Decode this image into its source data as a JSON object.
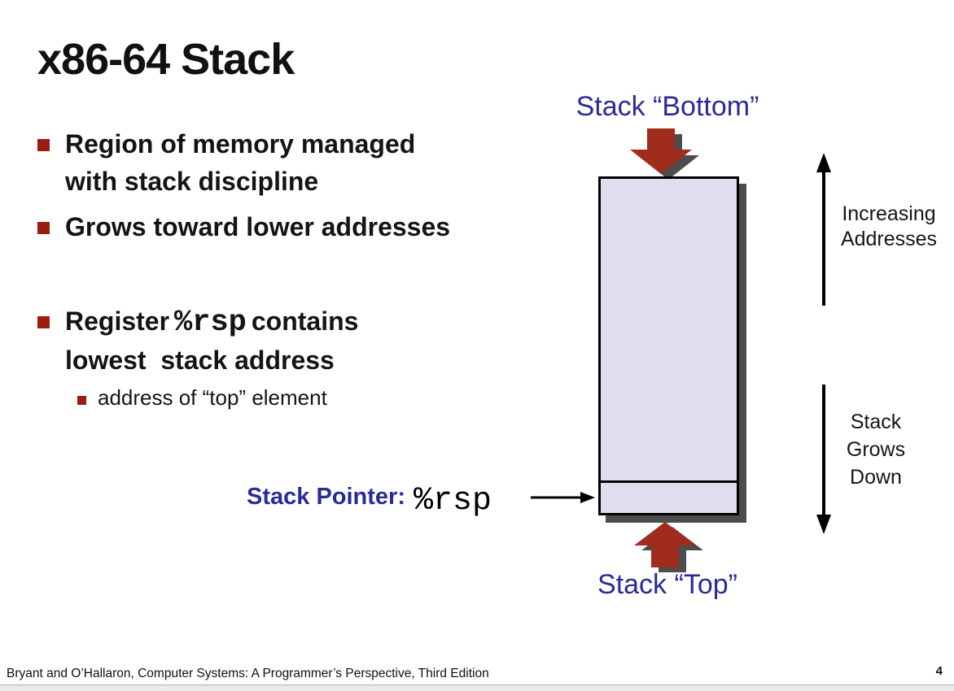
{
  "slide": {
    "title": "x86-64 Stack",
    "bullets": {
      "b1": {
        "line1": "Region of memory managed",
        "line2": "with stack discipline"
      },
      "b2": {
        "line1": "Grows toward lower addresses"
      },
      "b3": {
        "pre": "Register",
        "code": "%rsp",
        "post": "contains",
        "line2": "lowest  stack address",
        "sub": "address of “top” element"
      }
    },
    "diagram": {
      "stack_bottom_label": "Stack “Bottom”",
      "stack_top_label": "Stack “Top”",
      "stack_pointer_label": "Stack Pointer:",
      "stack_pointer_code": "%rsp",
      "increasing_addresses": {
        "line1": "Increasing",
        "line2": "Addresses"
      },
      "stack_grows_down": {
        "line1": "Stack",
        "line2": "Grows",
        "line3": "Down"
      }
    },
    "footer": {
      "attribution": "Bryant and O’Hallaron, Computer Systems: A Programmer’s Perspective, Third Edition",
      "page_number": "4"
    },
    "colors": {
      "accent_blue": "#2b2b96",
      "bullet_red": "#9b1c10",
      "arrow_red": "#a02c1c",
      "shadow_gray": "#4d4d4d",
      "stack_fill": "#dedeef"
    }
  }
}
